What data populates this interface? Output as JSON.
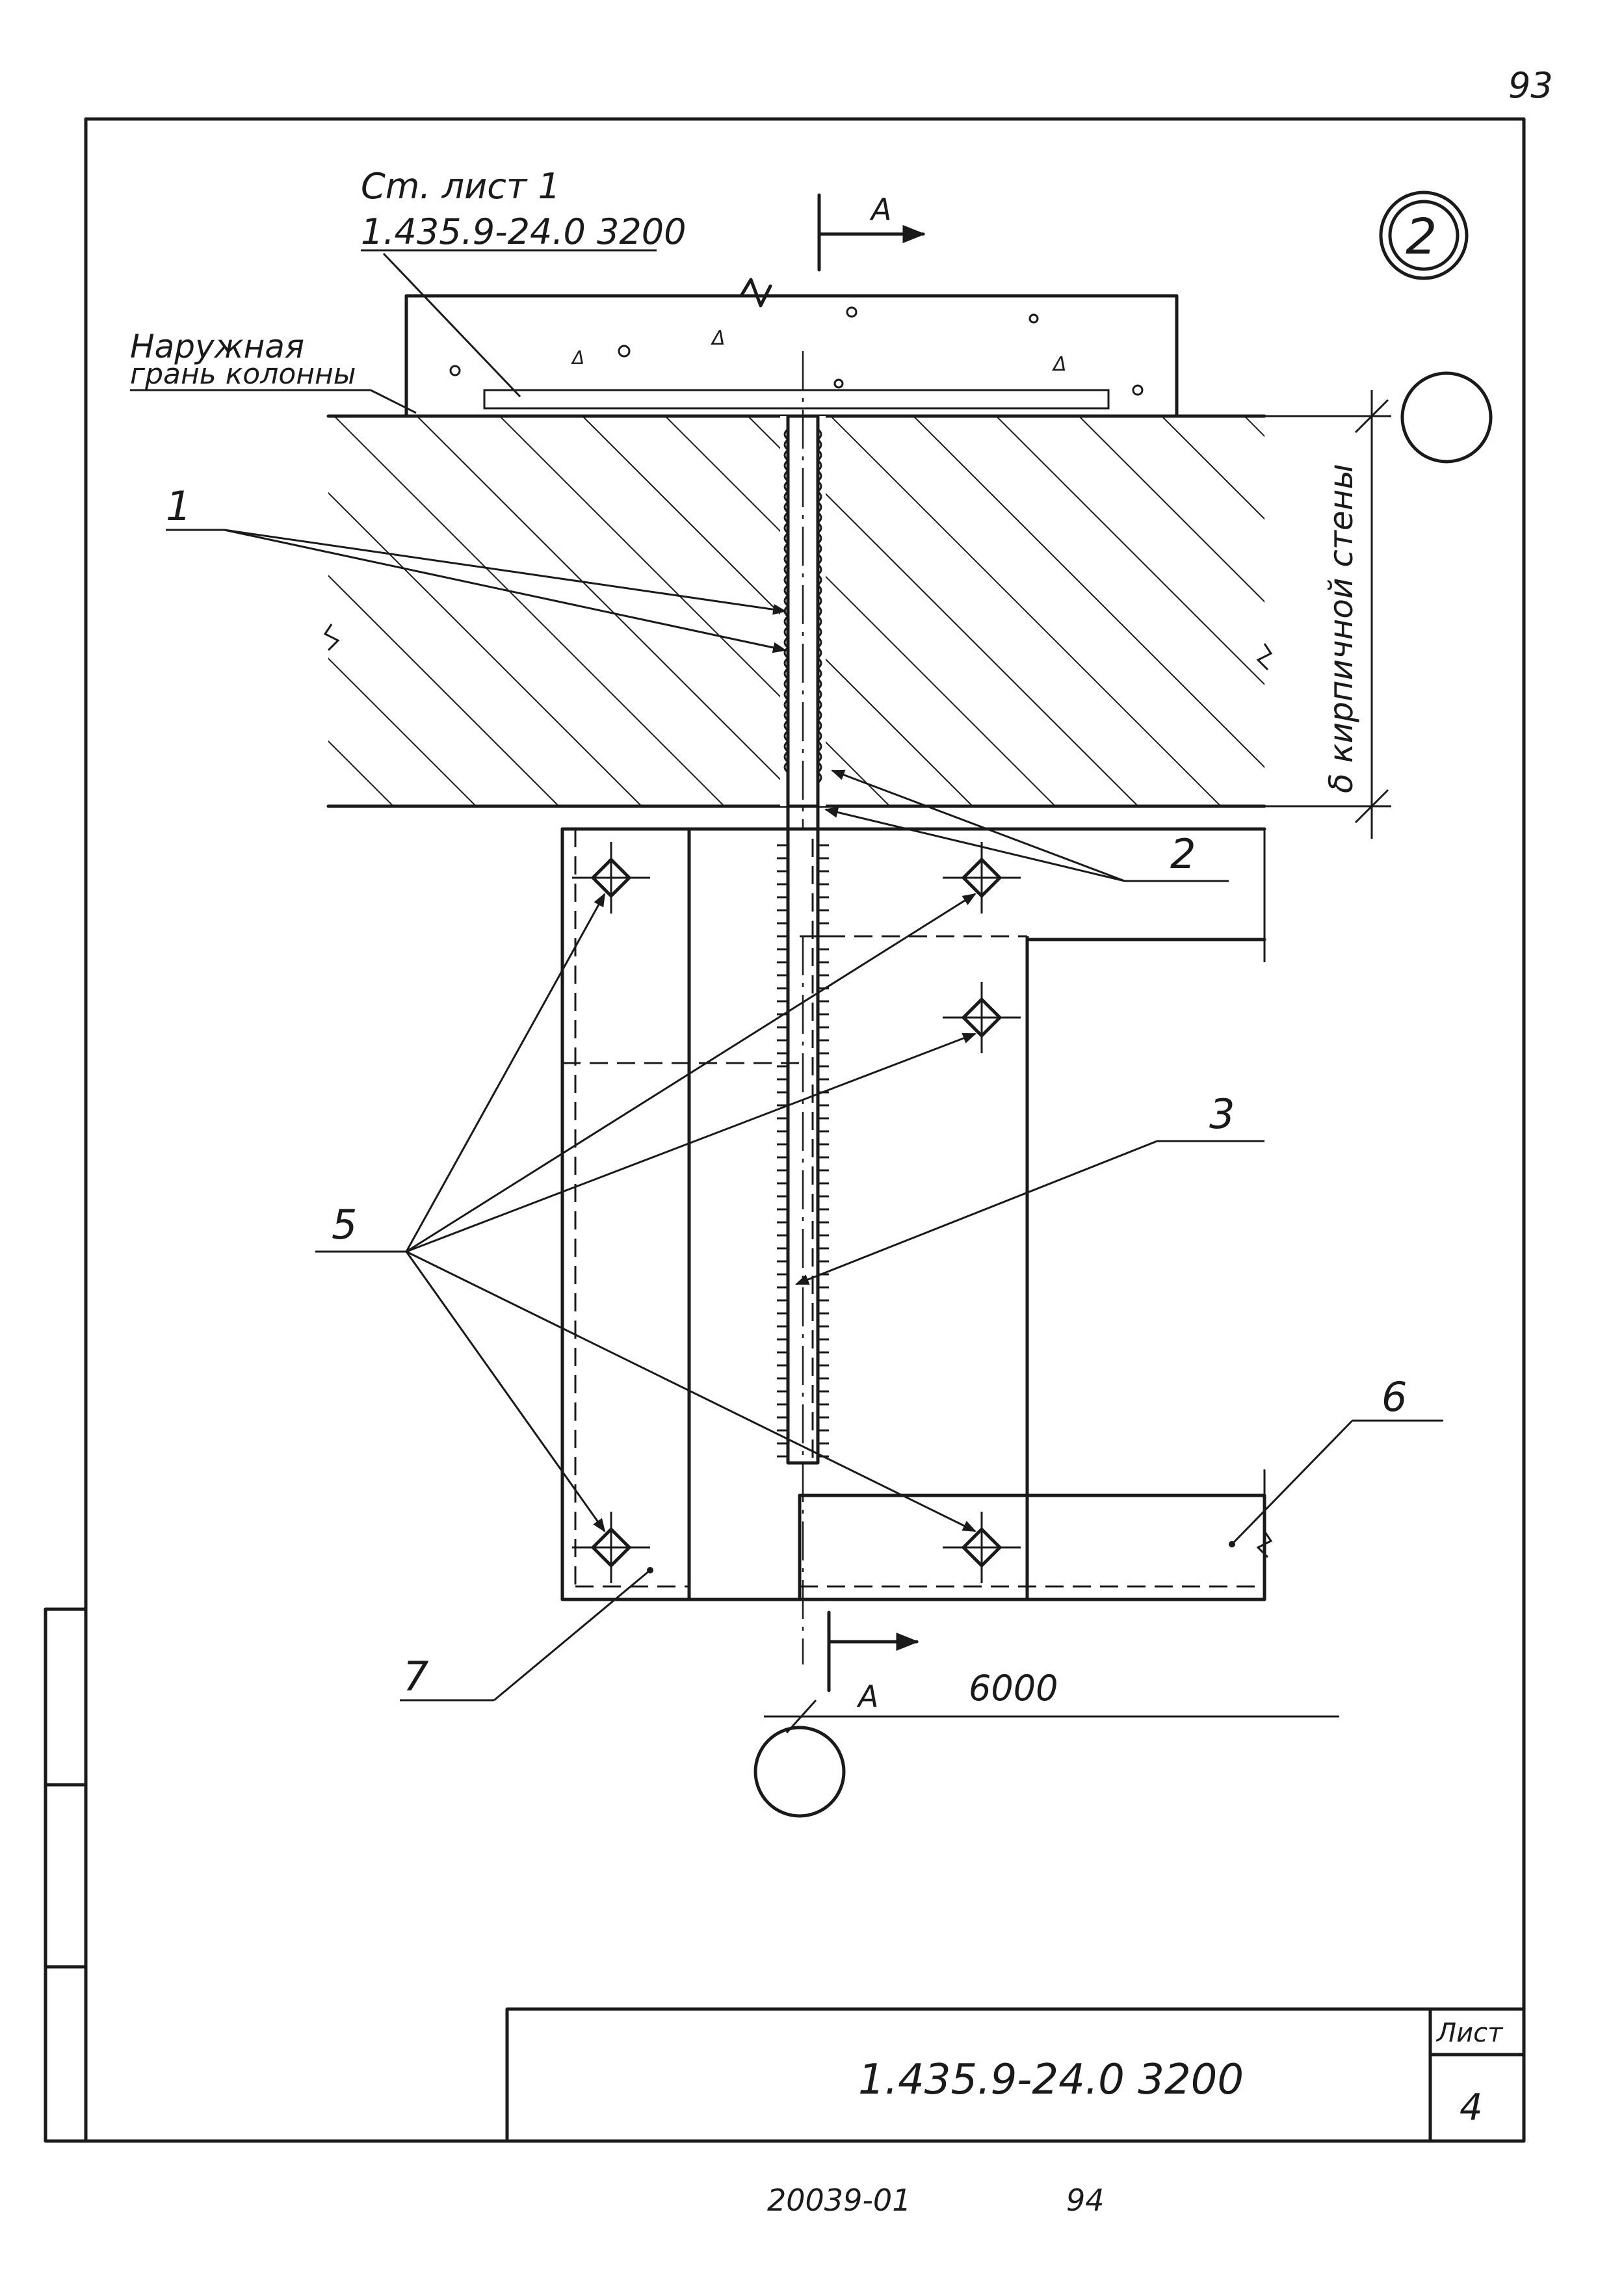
{
  "page_number": "93",
  "reference_note": {
    "line1": "Cm. лист 1",
    "line2": "1.435.9-24.0 3200"
  },
  "face_note": {
    "line1": "Наружная",
    "line2": "грань колонны"
  },
  "section_marks": {
    "top": "А",
    "bottom": "А"
  },
  "node_number": "2",
  "callouts": [
    "1",
    "2",
    "3",
    "5",
    "6",
    "7"
  ],
  "wall_thickness_label": "δ кирпичной стены",
  "dimension": "6000",
  "title_block": {
    "doc_code": "1.435.9-24.0 3200",
    "sheet_label": "Лист",
    "sheet_number": "4"
  },
  "footer": {
    "inventory": "20039-01",
    "page": "94"
  },
  "colors": {
    "ink": "#1a1a1a",
    "paper": "#ffffff"
  }
}
